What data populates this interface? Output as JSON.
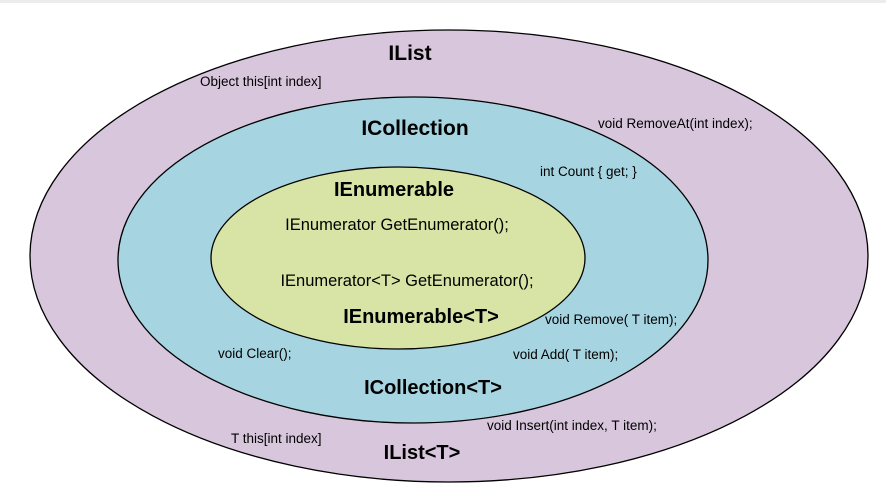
{
  "colors": {
    "outer_fill": "#d8c7dc",
    "middle_fill": "#a6d4e0",
    "inner_fill": "#d7e4a6",
    "stroke": "#000000"
  },
  "outer": {
    "title_top": "IList",
    "title_bottom": "IList<T>",
    "members": {
      "indexer": "Object this[int index]",
      "remove_at": "void RemoveAt(int index);",
      "generic_indexer": "T this[int index]",
      "insert": "void Insert(int index, T item);"
    }
  },
  "middle": {
    "title_top": "ICollection",
    "title_bottom": "ICollection<T>",
    "members": {
      "count": "int Count { get; }",
      "remove": "void Remove( T item);",
      "clear": "void Clear();",
      "add": "void Add( T item);"
    }
  },
  "inner": {
    "title_top": "IEnumerable",
    "title_bottom": "IEnumerable<T>",
    "members": {
      "get_enumerator": "IEnumerator GetEnumerator();",
      "generic_get_enumerator": "IEnumerator<T> GetEnumerator();"
    }
  }
}
